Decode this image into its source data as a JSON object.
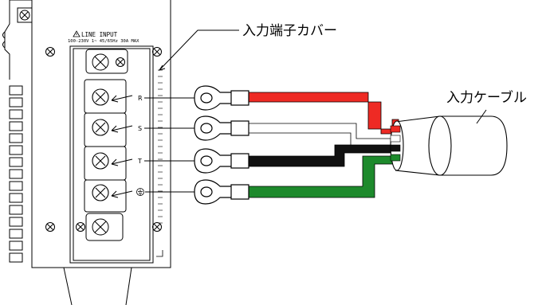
{
  "labels": {
    "cover": "入力端子カバー",
    "cable": "入力ケーブル",
    "panel_title": "LINE INPUT",
    "panel_rating": "100-230V 1~ 45/65Hz 30A MAX"
  },
  "terminals": [
    {
      "id": "R",
      "label": "R",
      "wire_color": "#ee2a24"
    },
    {
      "id": "S",
      "label": "S",
      "wire_color": "#ffffff"
    },
    {
      "id": "T",
      "label": "T",
      "wire_color": "#111111"
    },
    {
      "id": "G",
      "label": "",
      "symbol": "ground-symbol",
      "wire_color": "#1d8a2c"
    }
  ],
  "icons": {
    "warning": "warning-triangle-icon",
    "ground": "ground-symbol-icon",
    "screw": "screw-icon"
  }
}
